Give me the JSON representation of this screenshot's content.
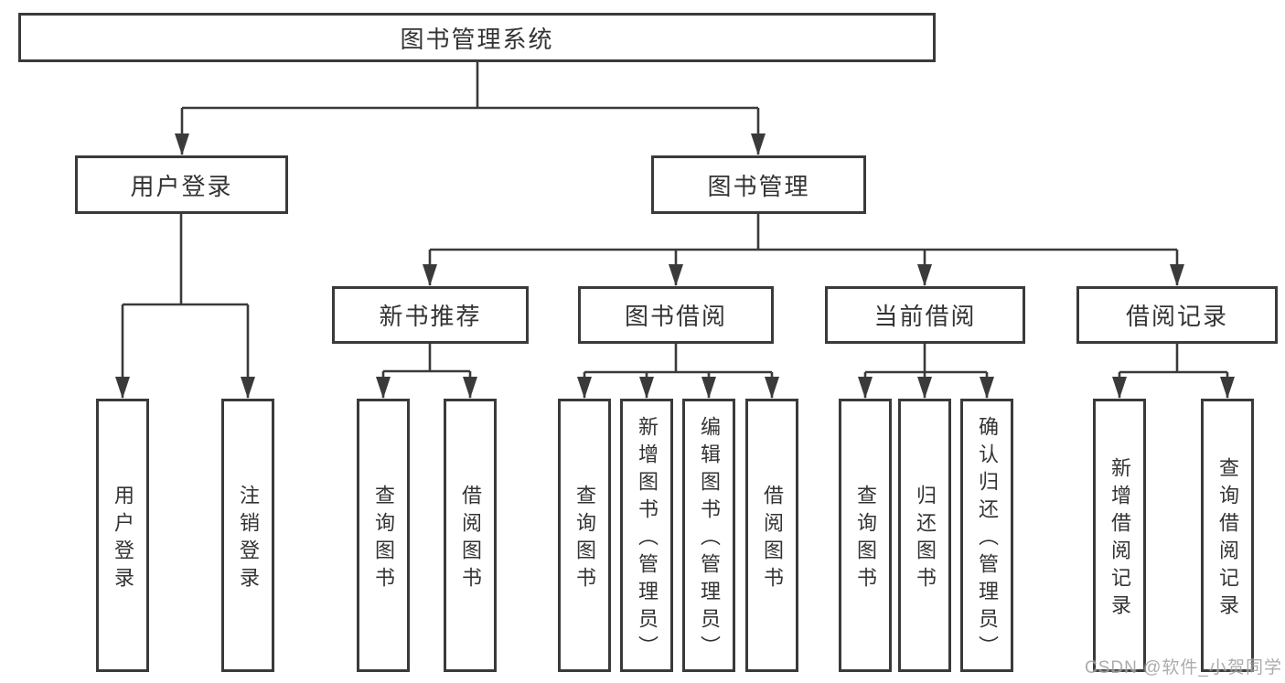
{
  "diagram": {
    "root": {
      "label": "图书管理系统"
    },
    "level2": [
      {
        "id": "user-login",
        "label": "用户登录"
      },
      {
        "id": "book-management",
        "label": "图书管理"
      }
    ],
    "level3": [
      {
        "id": "new-book-recommend",
        "label": "新书推荐"
      },
      {
        "id": "book-borrowing",
        "label": "图书借阅"
      },
      {
        "id": "current-borrowing",
        "label": "当前借阅"
      },
      {
        "id": "borrowing-records",
        "label": "借阅记录"
      }
    ],
    "leaves": [
      {
        "id": "leaf-user-login",
        "label": "用户登录"
      },
      {
        "id": "leaf-logout",
        "label": "注销登录"
      },
      {
        "id": "leaf-search-books-recommend",
        "label": "查询图书"
      },
      {
        "id": "leaf-borrow-books-recommend",
        "label": "借阅图书"
      },
      {
        "id": "leaf-search-books-borrowing",
        "label": "查询图书"
      },
      {
        "id": "leaf-add-books-admin",
        "label": "新增图书（管理员）"
      },
      {
        "id": "leaf-edit-books-admin",
        "label": "编辑图书（管理员）"
      },
      {
        "id": "leaf-borrow-books-borrowing",
        "label": "借阅图书"
      },
      {
        "id": "leaf-search-books-current",
        "label": "查询图书"
      },
      {
        "id": "leaf-return-books",
        "label": "归还图书"
      },
      {
        "id": "leaf-confirm-return-admin",
        "label": "确认归还（管理员）"
      },
      {
        "id": "leaf-add-borrow-record",
        "label": "新增借阅记录"
      },
      {
        "id": "leaf-search-borrow-record",
        "label": "查询借阅记录"
      }
    ]
  },
  "watermark": {
    "text": "CSDN @软件_小贺同学"
  },
  "colors": {
    "line": "#3a3a3a",
    "text": "#333333",
    "watermark": "#9e9e9e",
    "background": "#ffffff"
  }
}
